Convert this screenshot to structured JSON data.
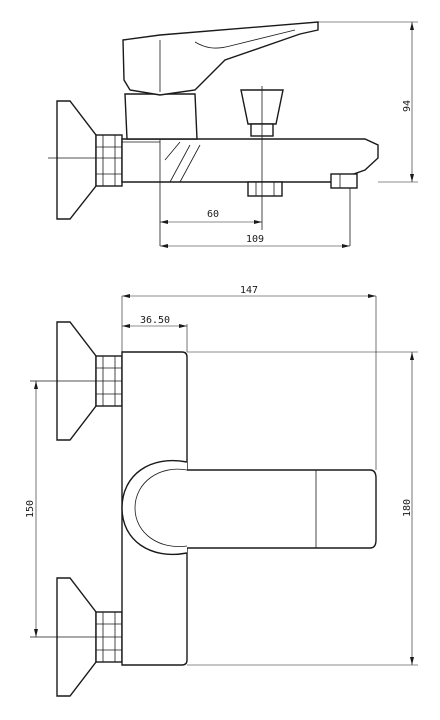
{
  "dimensions": {
    "height_94": "94",
    "depth_60": "60",
    "depth_109": "109",
    "width_147": "147",
    "offset_36_50": "36.50",
    "centers_150": "150",
    "height_180": "180"
  }
}
